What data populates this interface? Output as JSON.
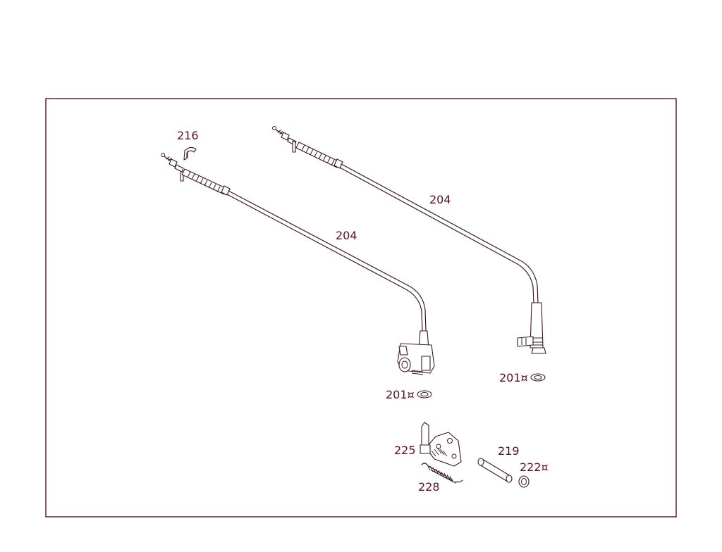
{
  "diagram": {
    "colors": {
      "frame": "#5a1020",
      "line": "#3a1a22",
      "label": "#5a1020"
    },
    "labels": {
      "l216": "216",
      "l204_left": "204",
      "l204_right": "204",
      "l201_left": "201",
      "l201_right": "201",
      "l225": "225",
      "l228": "228",
      "l219": "219",
      "l222": "222",
      "suffix_symbol": "¤"
    }
  }
}
